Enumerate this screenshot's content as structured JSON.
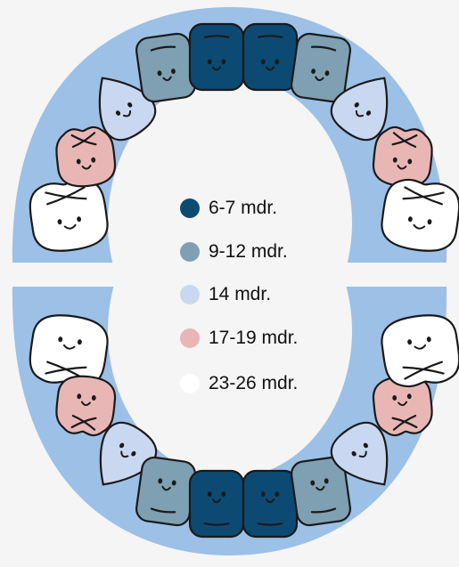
{
  "legend": [
    {
      "label": "6-7 mdr.",
      "color": "#0d4a73"
    },
    {
      "label": "9-12 mdr.",
      "color": "#7ea0b2"
    },
    {
      "label": "14 mdr.",
      "color": "#c9d8f0"
    },
    {
      "label": "17-19 mdr.",
      "color": "#e8b7b5"
    },
    {
      "label": "23-26 mdr.",
      "color": "#ffffff"
    }
  ],
  "colors": {
    "background": "#f5f5f5",
    "gum": "#9cc0e6",
    "outline": "#1a1a1a"
  },
  "teeth": {
    "upper": [
      "molar-2",
      "molar-1",
      "canine",
      "lateral-incisor",
      "central-incisor",
      "central-incisor",
      "lateral-incisor",
      "canine",
      "molar-1",
      "molar-2"
    ],
    "lower": [
      "molar-2",
      "molar-1",
      "canine",
      "lateral-incisor",
      "central-incisor",
      "central-incisor",
      "lateral-incisor",
      "canine",
      "molar-1",
      "molar-2"
    ]
  }
}
